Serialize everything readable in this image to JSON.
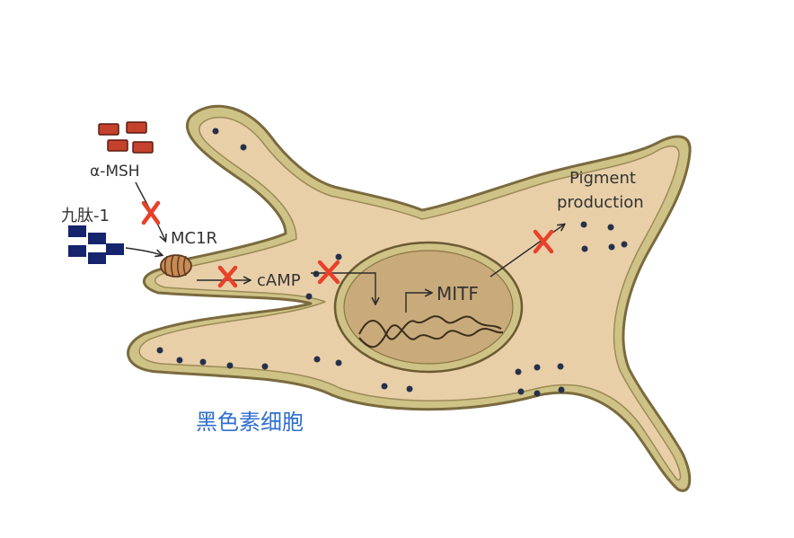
{
  "labels": {
    "alpha_msh": "α-MSH",
    "nonapeptide": "九肽-1",
    "mc1r": "MC1R",
    "camp": "cAMP",
    "mitf": "MITF",
    "pigment_line1": "Pigment",
    "pigment_line2": "production",
    "cell_name": "黑色素细胞"
  },
  "colors": {
    "cell_fill": "#e8cfa8",
    "cell_outline": "#7a6a3e",
    "cell_rim": "#cfc286",
    "nucleus_fill": "#c9aa7a",
    "nucleus_outline": "#6c5a32",
    "alpha_msh_block": "#c4412c",
    "nonapeptide_block": "#16246e",
    "receptor": "#c98a55",
    "inhibit_mark": "#e8412a",
    "cell_name_text": "#2f6fcf"
  },
  "icons": {
    "inhibit": "red-x-icon",
    "receptor": "receptor-coil-icon"
  }
}
